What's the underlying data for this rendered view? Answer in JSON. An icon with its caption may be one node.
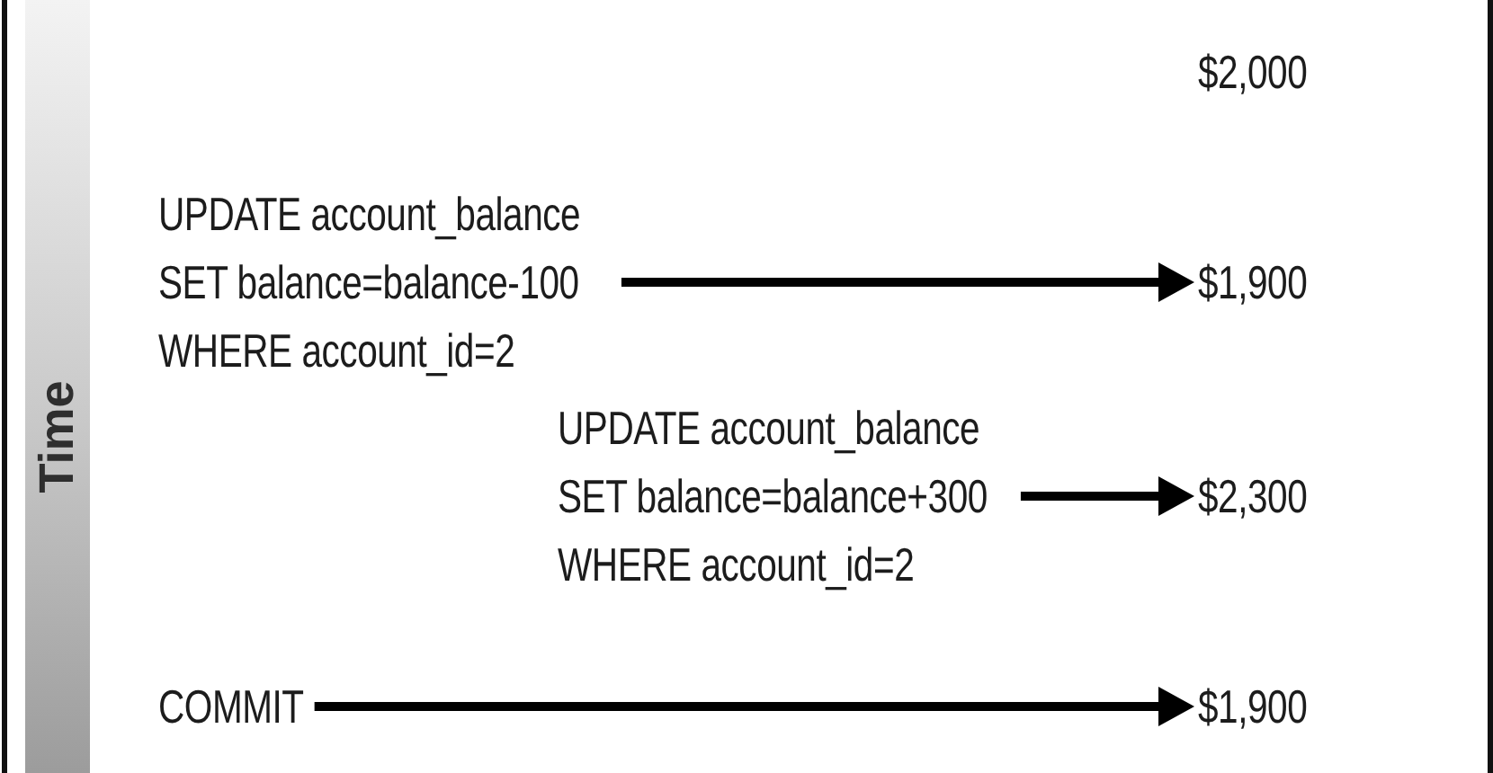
{
  "diagram": {
    "nodes": [
      {
        "text": [
          "Time"
        ]
      },
      {
        "text": [
          "UPDATE account_balance SET balance=balance-100 WHERE account_id=2"
        ]
      },
      {
        "text": [
          "$1,900"
        ]
      },
      {
        "text": [
          "UPDATE account_balance SET balance=balance+300 WHERE account_id=2"
        ]
      },
      {
        "text": [
          "$2,300"
        ]
      },
      {
        "text": [
          "COMMIT"
        ]
      },
      {
        "text": [
          "$1,900"
        ]
      }
    ],
    "edges": [
      {
        "from": 1,
        "to": 2,
        "arrow": "to"
      },
      {
        "from": 3,
        "to": 4,
        "arrow": "to"
      },
      {
        "from": 5,
        "to": 6,
        "arrow": "to"
      }
    ],
    "labels": [
      "$2,000"
    ]
  }
}
